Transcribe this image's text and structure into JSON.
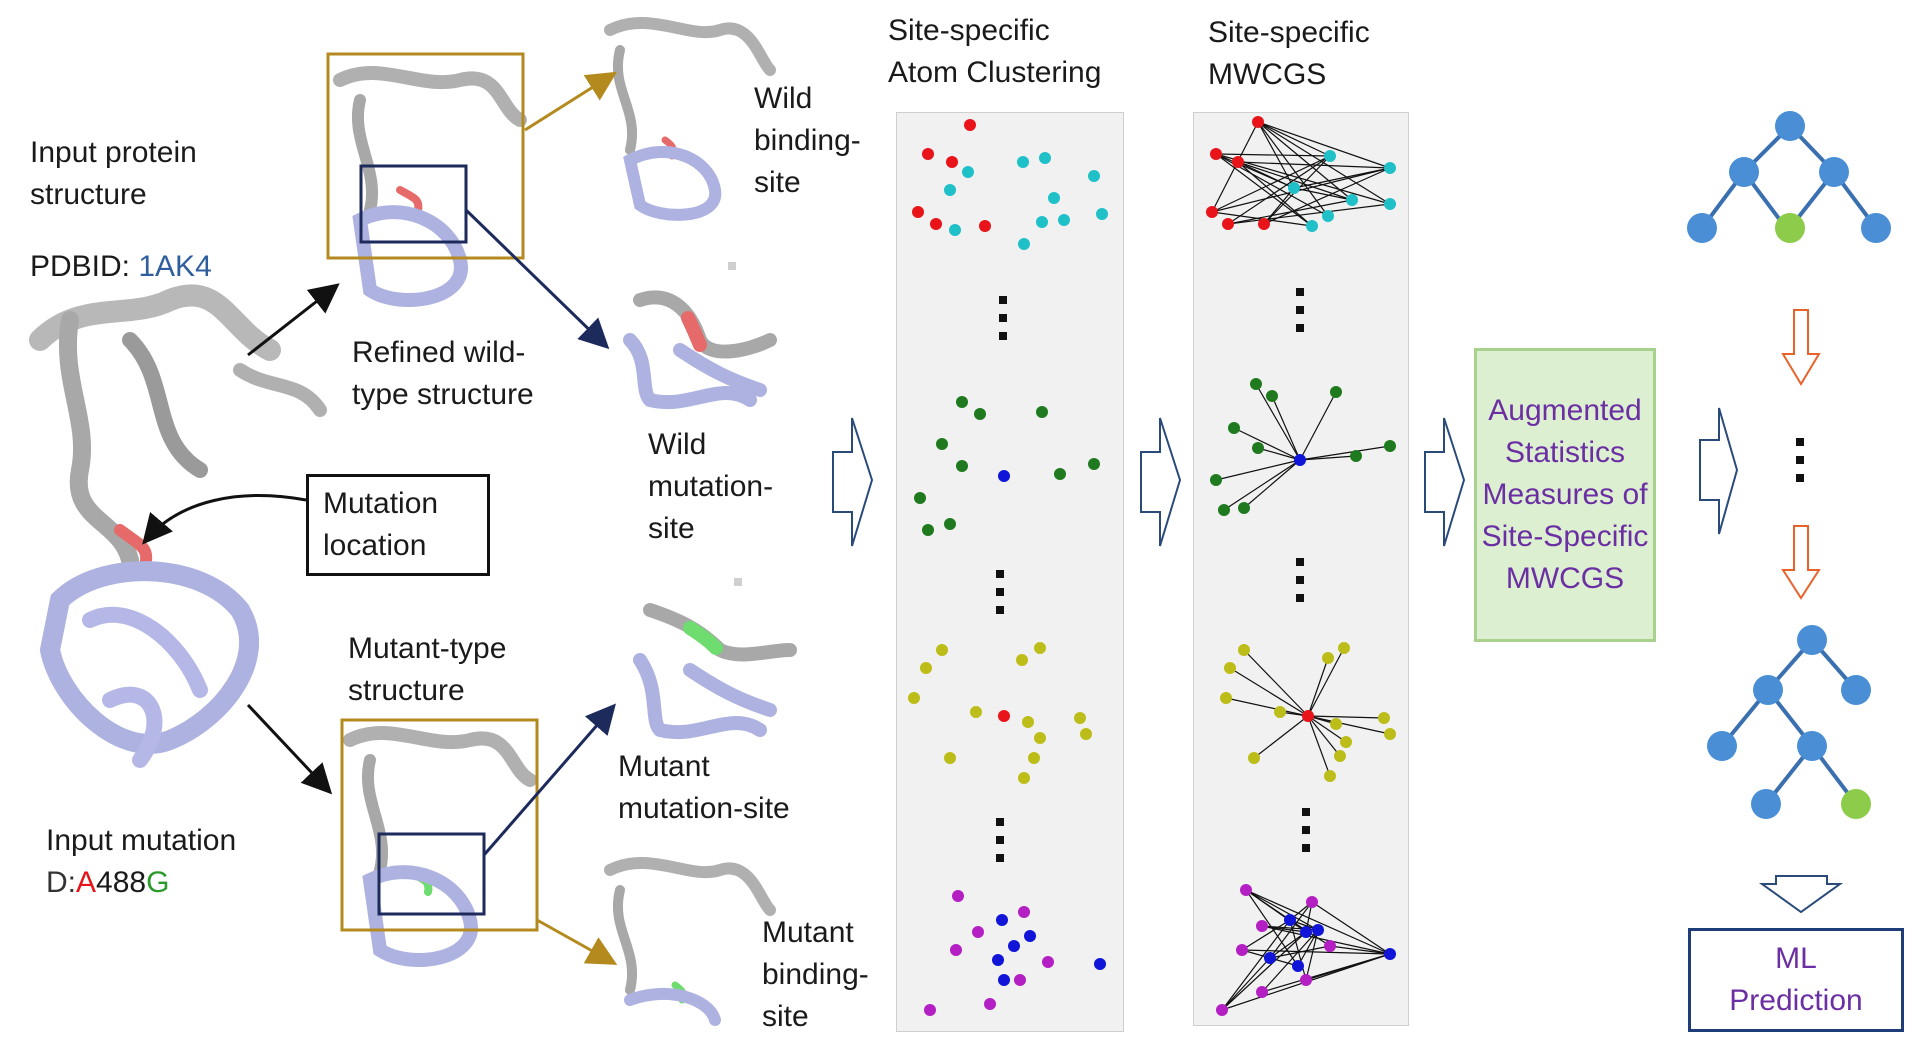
{
  "left": {
    "input_protein_lines": [
      "Input protein",
      "structure"
    ],
    "pdbid_prefix": "PDBID: ",
    "pdbid_value": "1AK4",
    "mutation_location_lines": [
      "Mutation",
      "location"
    ],
    "input_mutation_label": "Input mutation",
    "mutation": {
      "chain": "D",
      "sep": ":",
      "wild": "A",
      "pos": "488",
      "mutant": "G"
    }
  },
  "middle": {
    "refined_lines": [
      "Refined wild-",
      "type structure"
    ],
    "mutant_type_lines": [
      "Mutant-type",
      "structure"
    ],
    "wild_binding_lines": [
      "Wild",
      "binding-",
      "site"
    ],
    "wild_mutation_lines": [
      "Wild",
      "mutation-",
      "site"
    ],
    "mutant_mutation_lines": [
      "Mutant",
      "mutation-site"
    ],
    "mutant_binding_lines": [
      "Mutant",
      "binding-",
      "site"
    ]
  },
  "clustering": {
    "title_lines": [
      "Site-specific",
      "Atom Clustering"
    ]
  },
  "mwcgs": {
    "title_lines": [
      "Site-specific",
      "MWCGS"
    ]
  },
  "augmented_lines": [
    "Augmented",
    "Statistics",
    "Measures of",
    "Site-Specific",
    "MWCGS"
  ],
  "ml_lines": [
    "ML",
    "Prediction"
  ],
  "colors": {
    "red": "#e8141a",
    "cyan": "#1fc0c8",
    "green": "#1f7a1f",
    "blue": "#1015d8",
    "yellow": "#bdbd1a",
    "magenta": "#b41fc4",
    "gold": "#b48a1f",
    "navy": "#1d2a5c",
    "protein_grey": "#a8a8a8",
    "protein_lavender": "#aeb2e0",
    "tree_node": "#4a8fd6",
    "tree_leaf_green": "#8dcc4a",
    "text_purple": "#6b2fa3",
    "down_arrow": "#e8632a",
    "pdbid_blue": "#2f5e9e",
    "mutant_green": "#2a9a2a"
  }
}
